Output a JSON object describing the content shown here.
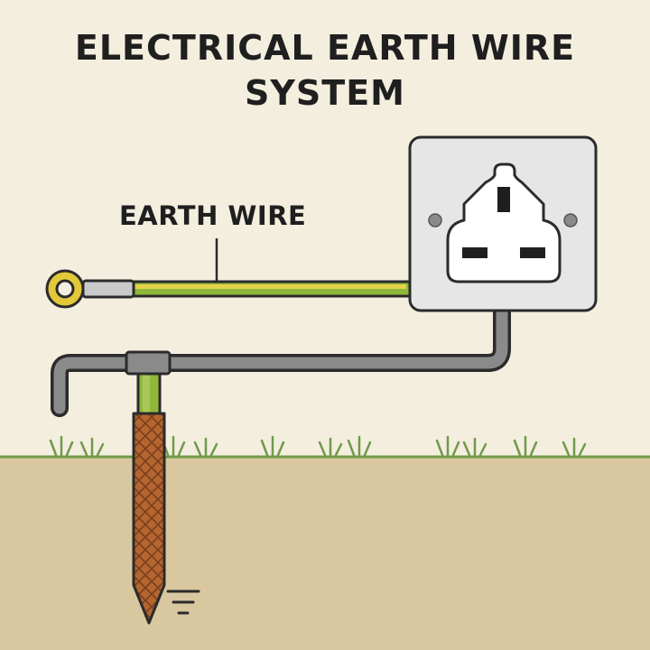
{
  "title": {
    "line1": "ELECTRICAL EARTH WIRE",
    "line2": "SYSTEM"
  },
  "labels": {
    "earth_wire": "EARTH WIRE"
  },
  "colors": {
    "background": "#f4eedf",
    "ground": "#d9c7a0",
    "grass": "#6f9a4a",
    "wire_green": "#8fb83a",
    "wire_yellow": "#e3d24a",
    "conduit": "#8a8a8a",
    "socket_plate": "#e6e6e6",
    "rod_copper": "#b5652f"
  },
  "icons": [
    "socket-icon",
    "ring-terminal-icon",
    "earth-symbol-icon",
    "grass-icon"
  ]
}
